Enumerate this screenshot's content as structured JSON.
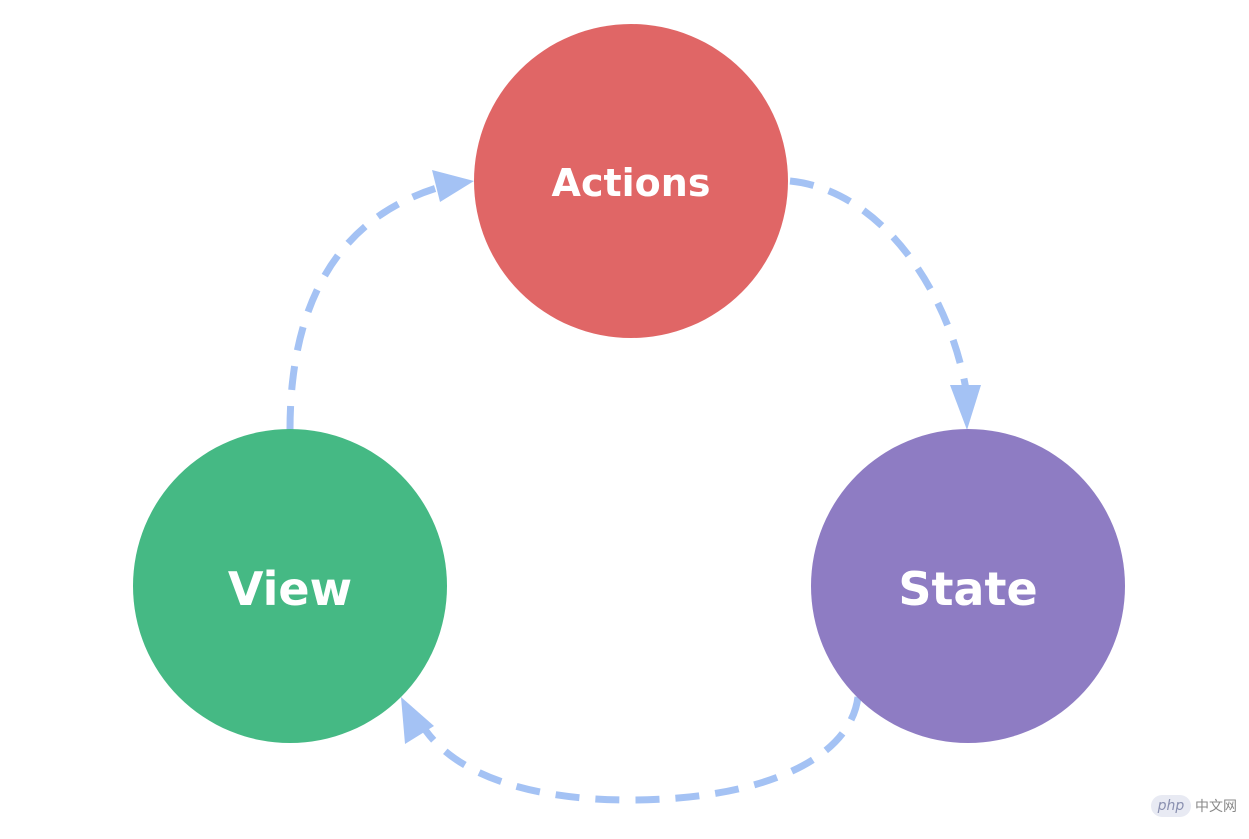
{
  "diagram": {
    "nodes": {
      "actions": {
        "label": "Actions",
        "color": "#e06666"
      },
      "state": {
        "label": "State",
        "color": "#8e7cc3"
      },
      "view": {
        "label": "View",
        "color": "#45b984"
      }
    },
    "edges": [
      {
        "from": "view",
        "to": "actions"
      },
      {
        "from": "actions",
        "to": "state"
      },
      {
        "from": "state",
        "to": "view"
      }
    ],
    "edge_color": "#a4c2f4",
    "edge_style": "dashed"
  },
  "watermark": {
    "badge": "php",
    "text": "中文网"
  }
}
